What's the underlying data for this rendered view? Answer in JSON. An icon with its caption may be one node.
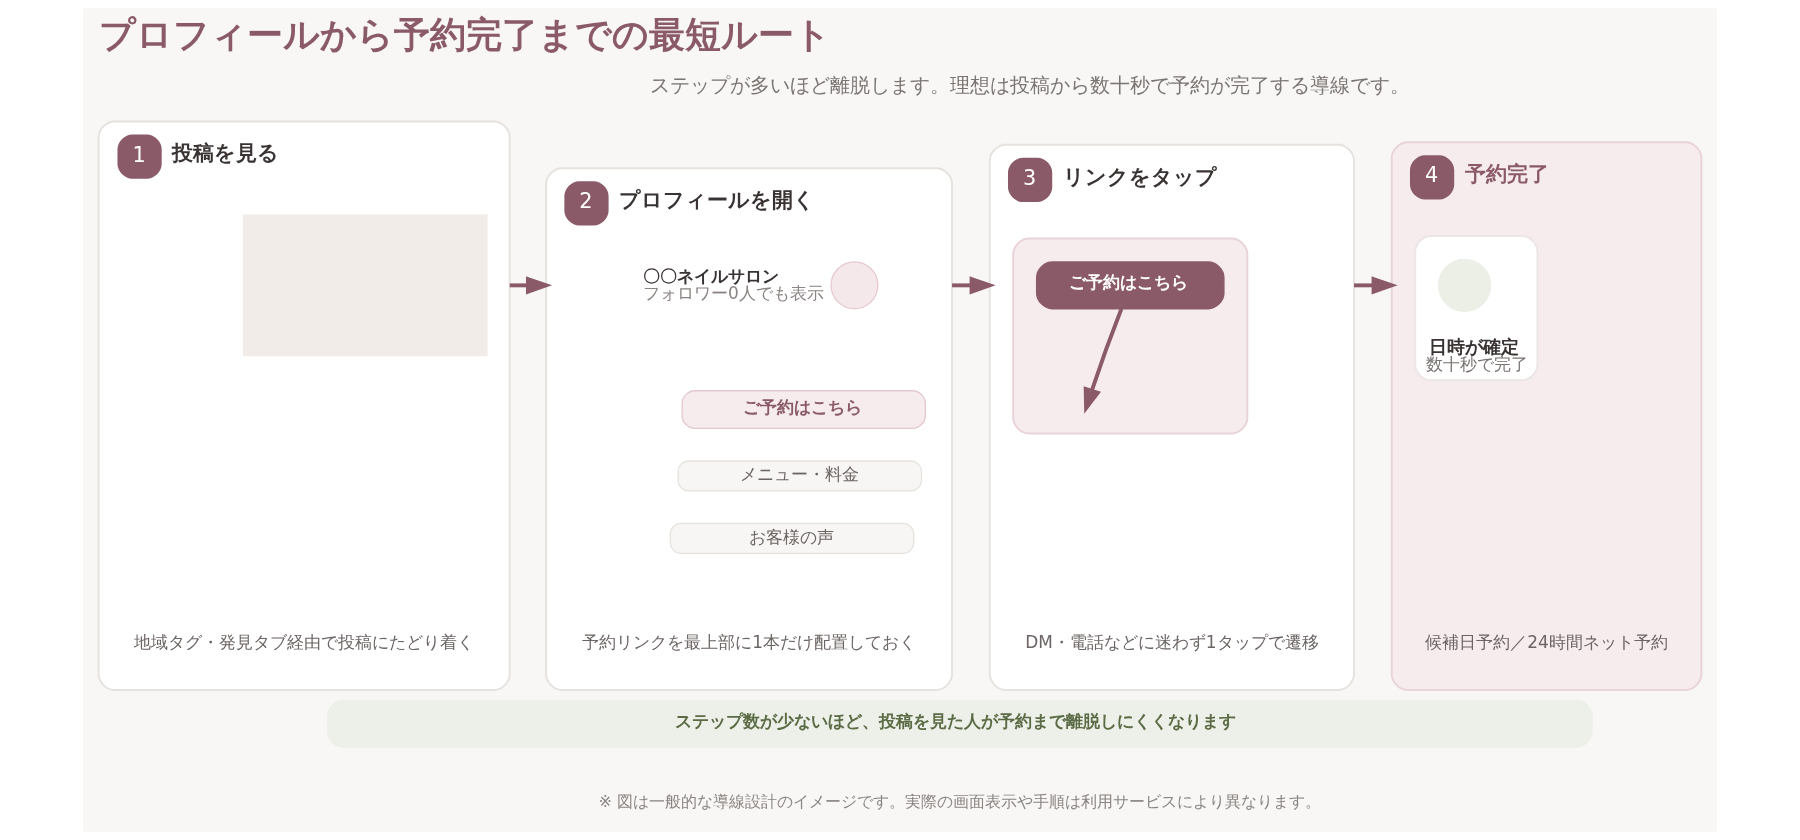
{
  "diagram": {
    "title": "プロフィールから予約完了までの最短ルート",
    "nodes": [
      {
        "text": [
          "1",
          "投稿を見る",
          "地域タグ・発見タブ経由で投稿にたどり着く"
        ]
      },
      {
        "text": [],
        "shape": "box",
        "in": 0
      },
      {
        "text": [
          "2",
          "プロフィールを開く",
          "予約リンクを最上部に1本だけ配置しておく"
        ]
      },
      {
        "text": [],
        "shape": "person",
        "in": 2,
        "beside": [
          "〇〇ネイルサロン",
          "フォロワー0人でも表示"
        ]
      },
      {
        "text": [
          "ご予約はこちら"
        ],
        "in": 2
      },
      {
        "text": [
          "メニュー・料金"
        ],
        "in": 2
      },
      {
        "text": [
          "お客様の声"
        ],
        "in": 2
      },
      {
        "text": [
          "3",
          "リンクをタップ",
          "DM・電話などに迷わず1タップで遷移"
        ]
      },
      {
        "text": [],
        "shape": "box",
        "in": 7
      },
      {
        "text": [
          "ご予約はこちら"
        ],
        "in": 8
      },
      {
        "text": [
          "4",
          "予約完了",
          "候補日予約／24時間ネット予約"
        ]
      },
      {
        "text": [
          "日時が確定",
          "数十秒で完了"
        ],
        "in": 10
      },
      {
        "text": [],
        "shape": "circle",
        "in": 11
      },
      {
        "text": [
          "ステップ数が少ないほど、投稿を見た人が予約まで離脱しにくくなります"
        ]
      }
    ],
    "edges": [
      {
        "from": 0,
        "to": 2,
        "arrow": "to"
      },
      {
        "from": 2,
        "to": 7,
        "arrow": "to"
      },
      {
        "from": 7,
        "to": 10,
        "arrow": "to"
      },
      {
        "from": 9,
        "to": null,
        "arrow": "to"
      }
    ],
    "labels": [
      "ステップが多いほど離脱します。理想は投稿から数十秒で予約が完了する導線です。",
      "※ 図は一般的な導線設計のイメージです。実際の画面表示や手順は利用サービスにより異なります。"
    ]
  }
}
